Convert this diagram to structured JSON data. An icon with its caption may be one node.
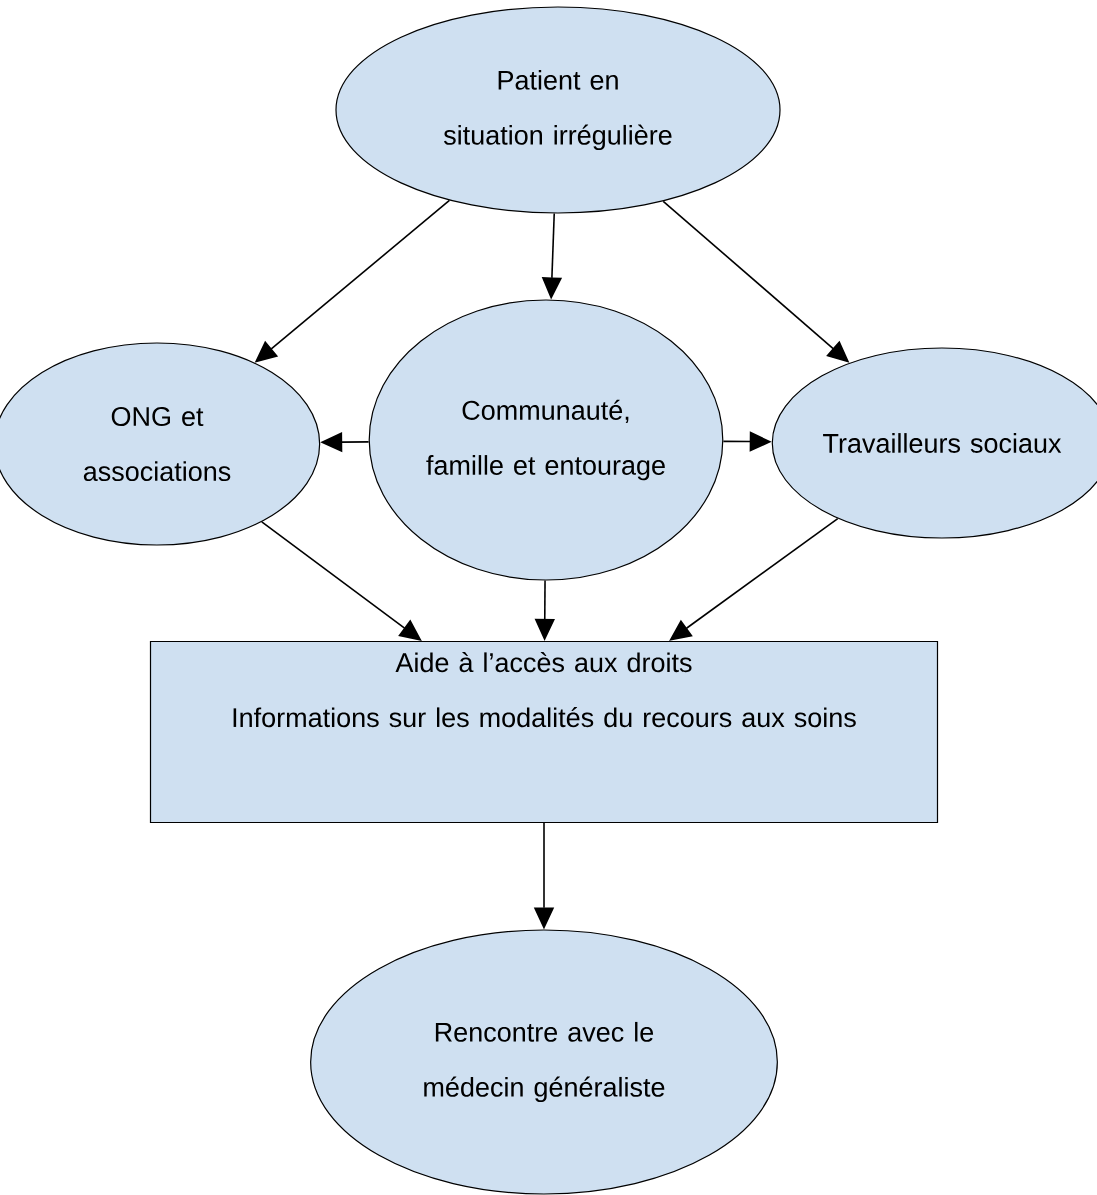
{
  "diagram": {
    "nodes": [
      {
        "text": [
          "Patient en situation irrégulière"
        ]
      },
      {
        "text": [
          "ONG et associations"
        ]
      },
      {
        "text": [
          "Communauté, famille et entourage"
        ]
      },
      {
        "text": [
          "Travailleurs sociaux"
        ]
      },
      {
        "text": [
          "Aide à l’accès aux droits",
          "Informations sur les modalités du recours aux soins"
        ]
      },
      {
        "text": [
          "Rencontre avec le médecin généraliste"
        ]
      }
    ],
    "edges": [
      {
        "from": 0,
        "to": 1,
        "arrow": "to"
      },
      {
        "from": 0,
        "to": 2,
        "arrow": "to"
      },
      {
        "from": 0,
        "to": 3,
        "arrow": "to"
      },
      {
        "from": 2,
        "to": 1,
        "arrow": "to"
      },
      {
        "from": 2,
        "to": 3,
        "arrow": "to"
      },
      {
        "from": 1,
        "to": 4,
        "arrow": "to"
      },
      {
        "from": 2,
        "to": 4,
        "arrow": "to"
      },
      {
        "from": 3,
        "to": 4,
        "arrow": "to"
      },
      {
        "from": 4,
        "to": 5,
        "arrow": "to"
      }
    ]
  }
}
